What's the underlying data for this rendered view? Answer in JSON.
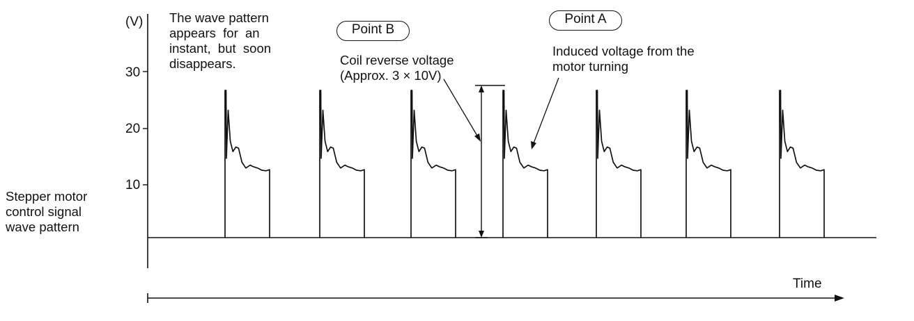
{
  "y_axis": {
    "unit": "(V)",
    "ticks": [
      {
        "value": 10,
        "label": "10"
      },
      {
        "value": 20,
        "label": "20"
      },
      {
        "value": 30,
        "label": "30"
      }
    ]
  },
  "x_axis": {
    "label": "Time"
  },
  "signal_label": [
    "Stepper motor",
    "control signal",
    "wave pattern"
  ],
  "annotation_instant": [
    "The wave pattern",
    "appears  for  an",
    "instant,  but  soon",
    "disappears."
  ],
  "point_b": {
    "label": "Point B",
    "text": [
      "Coil reverse voltage",
      "(Approx. 3 × 10V)"
    ]
  },
  "point_a": {
    "label": "Point A",
    "text": [
      "Induced voltage from the",
      "motor turning"
    ]
  },
  "waveform": {
    "baseline_volts": 0,
    "spike_peak_volts": 26,
    "pulses": 7,
    "tail_end_volts": 12
  },
  "colors": {
    "ink": "#111111",
    "background": "#ffffff"
  }
}
